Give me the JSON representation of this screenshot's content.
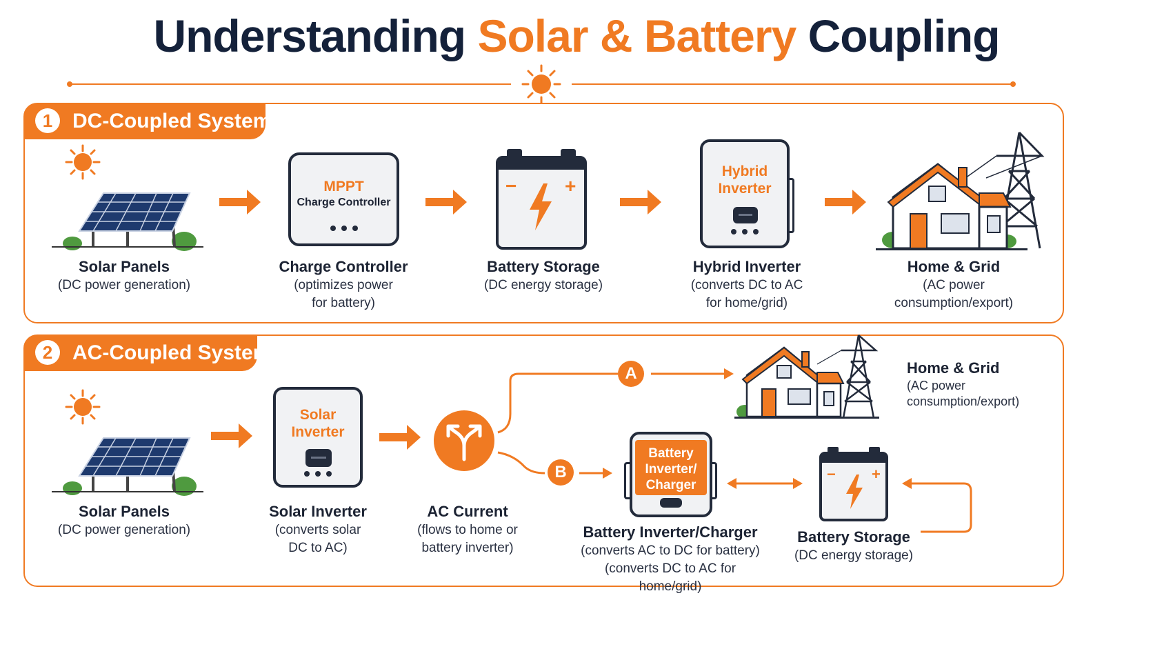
{
  "title": {
    "part1": "Understanding ",
    "part2": "Solar & Battery",
    "part3": " Coupling"
  },
  "colors": {
    "accent": "#f07a22",
    "dark": "#232b3b",
    "panel_blue": "#1e3a6e"
  },
  "dc_system": {
    "number": "1",
    "title": "DC-Coupled System",
    "solar": {
      "title": "Solar Panels",
      "desc": "(DC power generation)"
    },
    "controller": {
      "device_line1": "MPPT",
      "device_line2": "Charge Controller",
      "title": "Charge Controller",
      "desc1": "(optimizes power",
      "desc2": "for battery)"
    },
    "battery": {
      "minus": "−",
      "plus": "+",
      "title": "Battery Storage",
      "desc": "(DC energy storage)"
    },
    "inverter": {
      "device_line1": "Hybrid",
      "device_line2": "Inverter",
      "title": "Hybrid Inverter",
      "desc1": "(converts DC to AC",
      "desc2": "for home/grid)"
    },
    "home": {
      "title": "Home & Grid",
      "desc1": "(AC power",
      "desc2": "consumption/export)"
    }
  },
  "ac_system": {
    "number": "2",
    "title": "AC-Coupled System",
    "solar": {
      "title": "Solar Panels",
      "desc": "(DC power generation)"
    },
    "inverter": {
      "device_line1": "Solar",
      "device_line2": "Inverter",
      "title": "Solar Inverter",
      "desc1": "(converts solar",
      "desc2": "DC to AC)"
    },
    "ac_current": {
      "title": "AC Current",
      "desc1": "(flows to home or",
      "desc2": "battery inverter)"
    },
    "path_a": "A",
    "path_b": "B",
    "home": {
      "title": "Home & Grid",
      "desc1": "(AC power",
      "desc2": "consumption/export)"
    },
    "charger": {
      "device_line1": "Battery",
      "device_line2": "Inverter/",
      "device_line3": "Charger",
      "title": "Battery Inverter/Charger",
      "desc1": "(converts AC to DC for battery)",
      "desc2": "(converts DC to AC for home/grid)"
    },
    "battery": {
      "minus": "−",
      "plus": "+",
      "title": "Battery Storage",
      "desc": "(DC energy storage)"
    }
  },
  "icons": [
    "sun-icon",
    "solar-panel-icon",
    "lightning-icon",
    "house-icon",
    "transmission-tower-icon",
    "split-arrow-icon",
    "arrow-right-icon",
    "double-arrow-icon"
  ]
}
